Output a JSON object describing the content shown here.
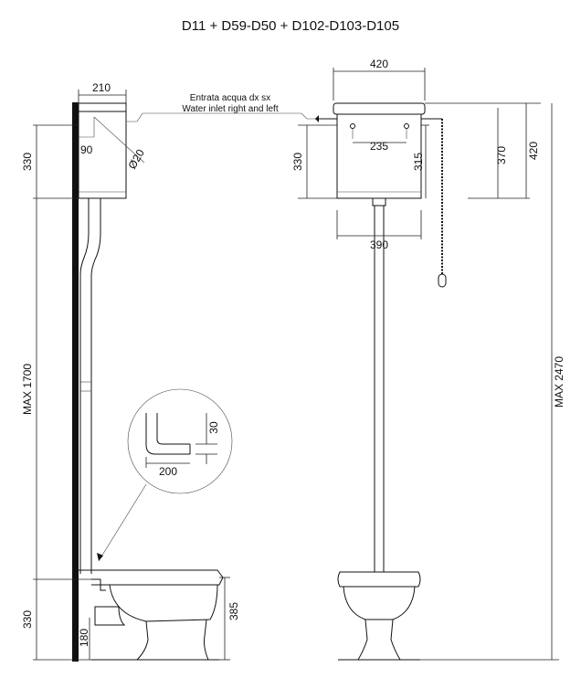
{
  "title": "D11 + D59-D50 + D102-D103-D105",
  "inlet_label_it": "Entrata acqua dx sx",
  "inlet_label_en": "Water inlet right and left",
  "side_view": {
    "top_width": "210",
    "bend_angle": "90",
    "pipe_diameter": "Ø20",
    "cistern_height": "330",
    "max_pipe_height": "MAX 1700",
    "pan_height": "330",
    "outlet_height": "180",
    "pan_rim_height": "385"
  },
  "detail": {
    "offset_vertical": "30",
    "offset_horizontal": "200"
  },
  "front_view": {
    "top_width": "420",
    "inlet_spacing": "235",
    "cistern_height": "330",
    "inner_height": "315",
    "height_370": "370",
    "height_420": "420",
    "bottom_width": "390",
    "max_total_height": "MAX 2470"
  }
}
